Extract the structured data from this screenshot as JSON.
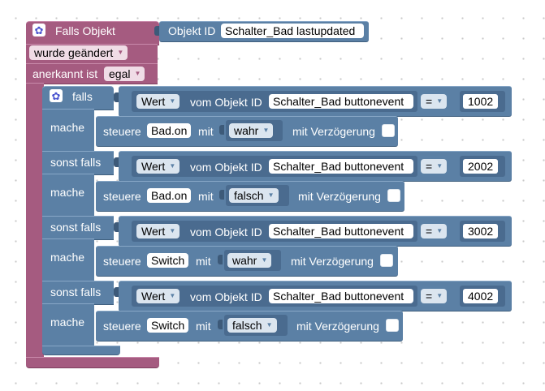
{
  "event_block": {
    "title": "Falls Objekt",
    "object_label": "Objekt ID",
    "object_value": "Schalter_Bad lastupdated",
    "change_value": "wurde geändert",
    "ack_label": "anerkannt ist",
    "ack_value": "egal"
  },
  "if_block": {
    "if_label": "falls",
    "elseif_label": "sonst falls",
    "do_label": "mache",
    "branches": [
      {
        "cond_type": "Wert",
        "cond_text": "vom Objekt ID",
        "cond_object": "Schalter_Bad buttonevent",
        "op": "=",
        "number": "1002",
        "action": "steuere",
        "target": "Bad.on",
        "with": "mit",
        "value": "wahr",
        "delay": "mit Verzögerung"
      },
      {
        "cond_type": "Wert",
        "cond_text": "vom Objekt ID",
        "cond_object": "Schalter_Bad buttonevent",
        "op": "=",
        "number": "2002",
        "action": "steuere",
        "target": "Bad.on",
        "with": "mit",
        "value": "falsch",
        "delay": "mit Verzögerung"
      },
      {
        "cond_type": "Wert",
        "cond_text": "vom Objekt ID",
        "cond_object": "Schalter_Bad buttonevent",
        "op": "=",
        "number": "3002",
        "action": "steuere",
        "target": "Switch",
        "with": "mit",
        "value": "wahr",
        "delay": "mit Verzögerung"
      },
      {
        "cond_type": "Wert",
        "cond_text": "vom Objekt ID",
        "cond_object": "Schalter_Bad buttonevent",
        "op": "=",
        "number": "4002",
        "action": "steuere",
        "target": "Switch",
        "with": "mit",
        "value": "falsch",
        "delay": "mit Verzögerung"
      }
    ]
  }
}
